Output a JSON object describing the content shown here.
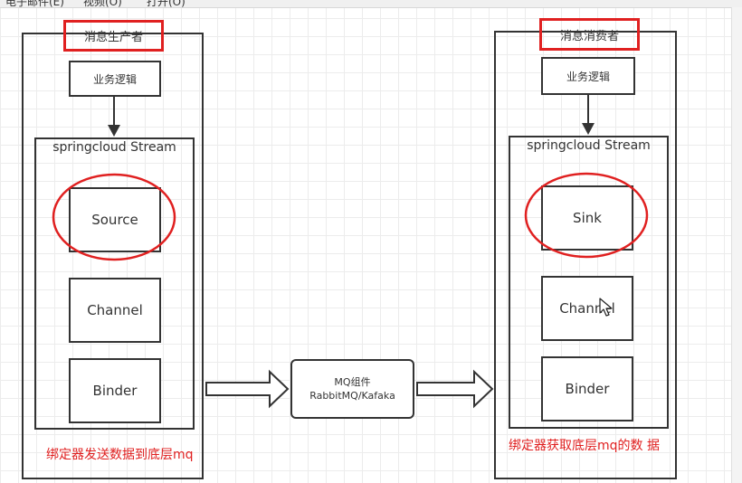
{
  "menubar": {
    "items": [
      "电子邮件(E)",
      "视频(O)",
      "打开(O)"
    ]
  },
  "producer": {
    "title": "消息生产者",
    "logic": "业务逻辑",
    "stream": "springcloud Stream",
    "source": "Source",
    "channel": "Channel",
    "binder": "Binder",
    "note": "绑定器发送数据到底层mq"
  },
  "consumer": {
    "title": "消息消费者",
    "logic": "业务逻辑",
    "stream": "springcloud Stream",
    "sink": "Sink",
    "channel": "Channel",
    "binder": "Binder",
    "note": "绑定器获取底层mq的数 据"
  },
  "mq": {
    "line1": "MQ组件",
    "line2": "RabbitMQ/Kafaka"
  },
  "colors": {
    "highlight": "#e02020",
    "stroke": "#333333"
  }
}
